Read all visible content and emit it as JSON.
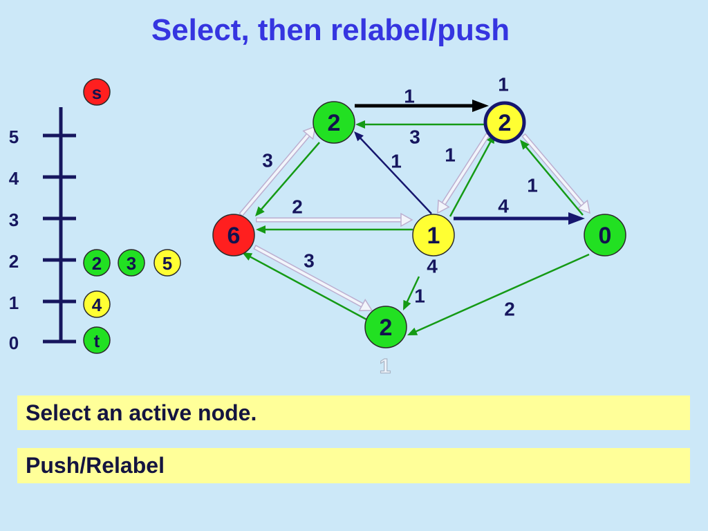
{
  "title": "Select, then relabel/push",
  "colors": {
    "background": "#cce8f8",
    "title": "#3535e0",
    "red": "#ff1f1f",
    "green": "#22e022",
    "yellow": "#ffff33",
    "text_box": "#ffff99"
  },
  "height_scale": {
    "ticks": [
      "5",
      "4",
      "3",
      "2",
      "1",
      "0"
    ]
  },
  "height_buckets": {
    "level_top": [
      {
        "label": "s",
        "color": "#ff1f1f"
      }
    ],
    "level_2": [
      {
        "label": "2",
        "color": "#22e022"
      },
      {
        "label": "3",
        "color": "#22e022"
      },
      {
        "label": "5",
        "color": "#ffff33"
      }
    ],
    "level_1": [
      {
        "label": "4",
        "color": "#ffff33"
      }
    ],
    "level_0": [
      {
        "label": "t",
        "color": "#22e022"
      }
    ]
  },
  "graph": {
    "nodes": [
      {
        "label": "2",
        "color": "#22e022"
      },
      {
        "label": "2",
        "color": "#ffff33"
      },
      {
        "label": "6",
        "color": "#ff1f1f"
      },
      {
        "label": "1",
        "color": "#ffff33"
      },
      {
        "label": "0",
        "color": "#22e022"
      },
      {
        "label": "2",
        "color": "#22e022"
      }
    ],
    "edge_labels": [
      "1",
      "3",
      "3",
      "1",
      "1",
      "1",
      "2",
      "4",
      "3",
      "1",
      "2"
    ],
    "node_annotations": [
      "1",
      "4",
      "1"
    ]
  },
  "messages": {
    "instruction": "Select an active node.",
    "step": "Push/Relabel"
  }
}
